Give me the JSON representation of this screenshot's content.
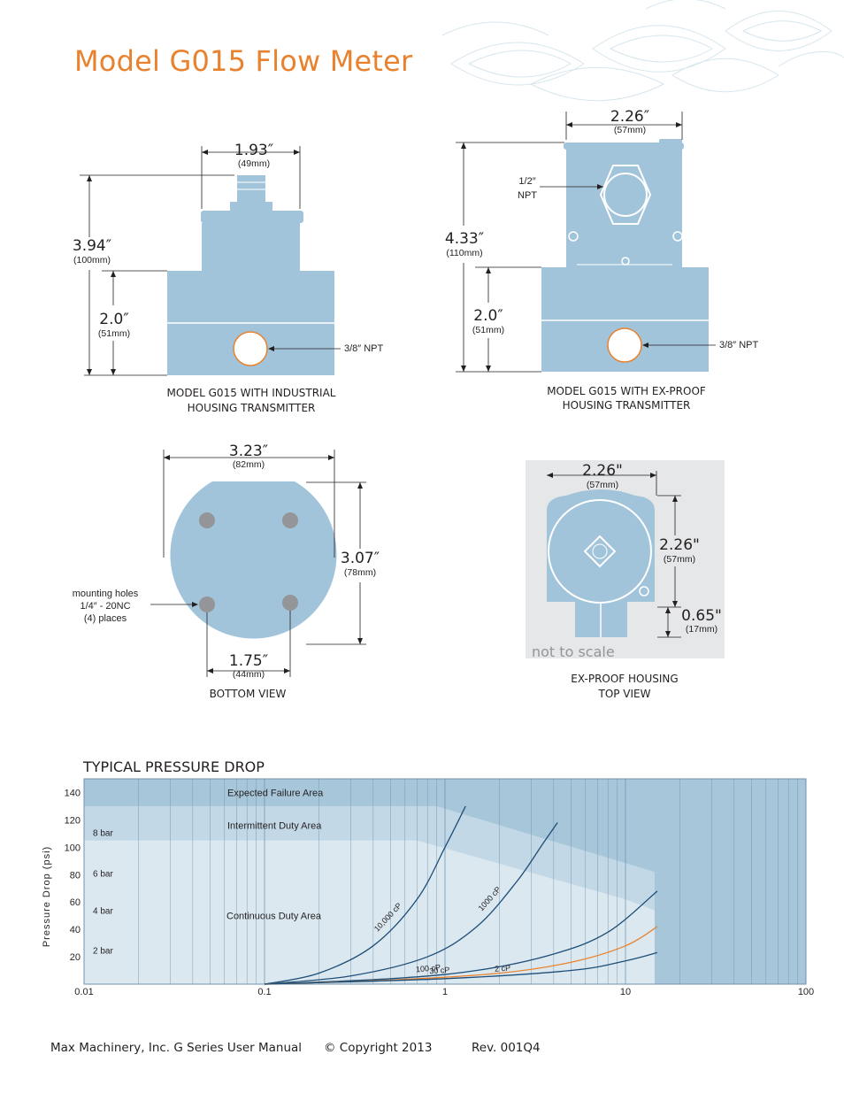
{
  "title": "Model G015 Flow Meter",
  "drawings": {
    "industrial": {
      "width_in": "1.93″",
      "width_mm": "(49mm)",
      "height_in": "3.94″",
      "height_mm": "(100mm)",
      "base_in": "2.0″",
      "base_mm": "(51mm)",
      "port": "3/8″ NPT",
      "caption_1": "MODEL G015 WITH INDUSTRIAL",
      "caption_2": "HOUSING TRANSMITTER"
    },
    "exproof": {
      "width_in": "2.26″",
      "width_mm": "(57mm)",
      "height_in": "4.33″",
      "height_mm": "(110mm)",
      "base_in": "2.0″",
      "base_mm": "(51mm)",
      "npt_1": "1/2″",
      "npt_2": "NPT",
      "port": "3/8″ NPT",
      "caption_1": "MODEL G015 WITH EX-PROOF",
      "caption_2": "HOUSING TRANSMITTER"
    },
    "bottom": {
      "width_in": "3.23″",
      "width_mm": "(82mm)",
      "height_in": "3.07″",
      "height_mm": "(78mm)",
      "holes_in": "1.75″",
      "holes_mm": "(44mm)",
      "note_1": "mounting holes",
      "note_2": "1/4″ - 20NC",
      "note_3": "(4) places",
      "caption": "BOTTOM VIEW"
    },
    "top": {
      "width_in": "2.26\"",
      "width_mm": "(57mm)",
      "height_in": "2.26\"",
      "height_mm": "(57mm)",
      "stub_in": "0.65\"",
      "stub_mm": "(17mm)",
      "not_to_scale": "not to scale",
      "caption_1": "EX-PROOF HOUSING",
      "caption_2": "TOP VIEW"
    }
  },
  "chart_data": {
    "type": "line",
    "title": "TYPICAL PRESSURE DROP",
    "xlabel": "",
    "ylabel": "Pressure Drop (psi)",
    "x_scale": "log",
    "xlim": [
      0.01,
      100
    ],
    "ylim": [
      0,
      150
    ],
    "x_ticks": [
      "0.01",
      "0.1",
      "1",
      "10",
      "100"
    ],
    "y_ticks": [
      20,
      40,
      60,
      80,
      100,
      120,
      140
    ],
    "bar_labels": [
      {
        "text": "2 bar",
        "y": 25
      },
      {
        "text": "4 bar",
        "y": 54
      },
      {
        "text": "6 bar",
        "y": 81
      },
      {
        "text": "8 bar",
        "y": 111
      }
    ],
    "areas": [
      {
        "name": "Expected Failure Area",
        "y_from": 130,
        "y_to": 150
      },
      {
        "name": "Intermittent Duty Area",
        "y_from": 105,
        "y_to": 130
      },
      {
        "name": "Continuous Duty Area",
        "y_from": 0,
        "y_to": 105
      }
    ],
    "series": [
      {
        "name": "10,000 cP",
        "color": "#1d4e78",
        "x": [
          0.1,
          0.2,
          0.4,
          0.7,
          1.0,
          1.3
        ],
        "y": [
          0,
          8,
          28,
          62,
          100,
          130
        ]
      },
      {
        "name": "1000 cP",
        "color": "#1d4e78",
        "x": [
          0.1,
          0.3,
          0.8,
          1.5,
          2.5,
          3.5,
          4.2
        ],
        "y": [
          0,
          6,
          20,
          42,
          75,
          103,
          118
        ]
      },
      {
        "name": "100 cP",
        "color": "#1d4e78",
        "x": [
          0.1,
          0.5,
          1.5,
          4,
          8,
          15
        ],
        "y": [
          0,
          4,
          10,
          22,
          38,
          68
        ]
      },
      {
        "name": "30 cP",
        "color": "#e8822e",
        "x": [
          0.1,
          0.5,
          2,
          5,
          10,
          15
        ],
        "y": [
          0,
          3,
          8,
          16,
          28,
          42
        ]
      },
      {
        "name": "2 cP",
        "color": "#1d4e78",
        "x": [
          0.1,
          1,
          5,
          10,
          15
        ],
        "y": [
          0,
          4,
          10,
          17,
          23
        ]
      }
    ]
  },
  "footer": {
    "manual": "Max Machinery, Inc. G Series User Manual",
    "copyright": "© Copyright 2013",
    "rev": "Rev. 001Q4"
  },
  "colors": {
    "accent": "#e8822e",
    "part": "#a2c4da",
    "navy": "#1d4e78"
  }
}
